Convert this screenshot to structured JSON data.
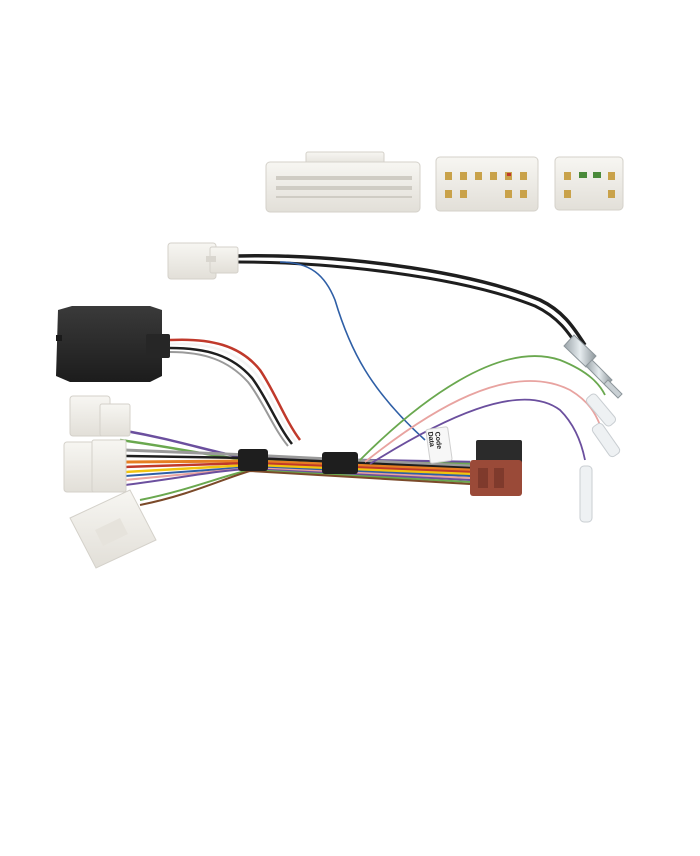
{
  "image": {
    "subject": "Car radio steering wheel control interface wiring harness",
    "background": "#ffffff"
  },
  "label_tag": {
    "line1": "Code",
    "line2": "Data"
  },
  "colors": {
    "connector_white": "#f1efea",
    "connector_shadow": "#d9d6cf",
    "module_black": "#2a2a2a",
    "iso_black": "#2b2b2b",
    "iso_brown": "#9a4a38",
    "gold_pin": "#c9a24a",
    "wire_black": "#1e1e1e",
    "wire_blue": "#2f5fa6",
    "wire_green": "#6aa84f",
    "wire_pink": "#e8a3a0",
    "wire_purple": "#6b4f9e",
    "wire_red": "#c0392b",
    "wire_orange": "#e67e22",
    "wire_yellow": "#f1c40f",
    "wire_grey": "#9a9a9a",
    "wire_brown": "#7b4a2a"
  },
  "parts": [
    {
      "name": "oem-connector-large",
      "type": "white multi-pin connector"
    },
    {
      "name": "oem-connector-12pin",
      "type": "white connector with gold pins"
    },
    {
      "name": "oem-connector-8pin",
      "type": "white connector with gold pins"
    },
    {
      "name": "antenna-power-connector",
      "type": "white 2-pin connector"
    },
    {
      "name": "interface-module",
      "type": "black control box"
    },
    {
      "name": "vehicle-connector-upper",
      "type": "white connector"
    },
    {
      "name": "vehicle-connector-middle",
      "type": "white connector"
    },
    {
      "name": "vehicle-connector-lower",
      "type": "white connector"
    },
    {
      "name": "iso-connector",
      "type": "black/brown ISO plug"
    },
    {
      "name": "antenna-plug",
      "type": "DIN antenna plug"
    },
    {
      "name": "spade-terminals",
      "type": "insulated terminals x3"
    }
  ]
}
